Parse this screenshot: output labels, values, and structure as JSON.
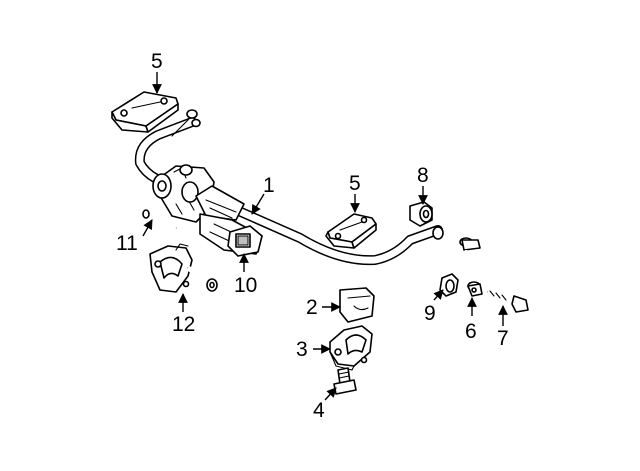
{
  "callouts": [
    {
      "id": "c1",
      "text": "1"
    },
    {
      "id": "c2",
      "text": "2"
    },
    {
      "id": "c3",
      "text": "3"
    },
    {
      "id": "c4",
      "text": "4"
    },
    {
      "id": "c5a",
      "text": "5"
    },
    {
      "id": "c5b",
      "text": "5"
    },
    {
      "id": "c6",
      "text": "6"
    },
    {
      "id": "c7",
      "text": "7"
    },
    {
      "id": "c8",
      "text": "8"
    },
    {
      "id": "c9",
      "text": "9"
    },
    {
      "id": "c10",
      "text": "10"
    },
    {
      "id": "c11",
      "text": "11"
    },
    {
      "id": "c12",
      "text": "12"
    }
  ]
}
